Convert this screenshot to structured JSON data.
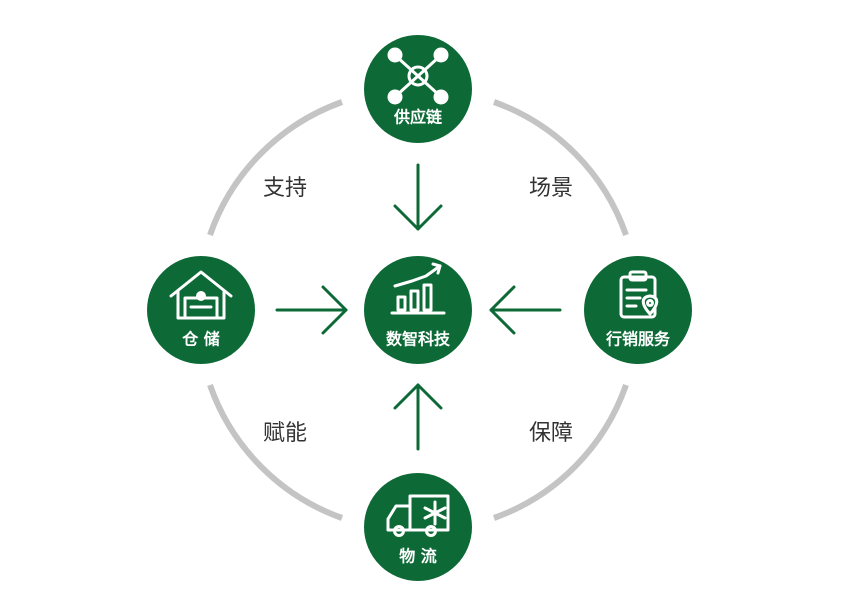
{
  "colors": {
    "node_fill": "#0d6a37",
    "arrow": "#0d6a37",
    "ring": "#c4c4c4",
    "icon": "#ffffff",
    "edge_text": "#333333"
  },
  "nodes": {
    "center": {
      "label": "数智科技",
      "icon": "chart-growth-icon"
    },
    "top": {
      "label": "供应链",
      "icon": "network-nodes-icon"
    },
    "left": {
      "label": "仓 储",
      "icon": "warehouse-icon"
    },
    "right": {
      "label": "行销服务",
      "icon": "clipboard-location-icon"
    },
    "bottom": {
      "label": "物 流",
      "icon": "cold-chain-truck-icon"
    }
  },
  "edge_labels": {
    "top_left": "支持",
    "top_right": "场景",
    "bottom_left": "赋能",
    "bottom_right": "保障"
  }
}
